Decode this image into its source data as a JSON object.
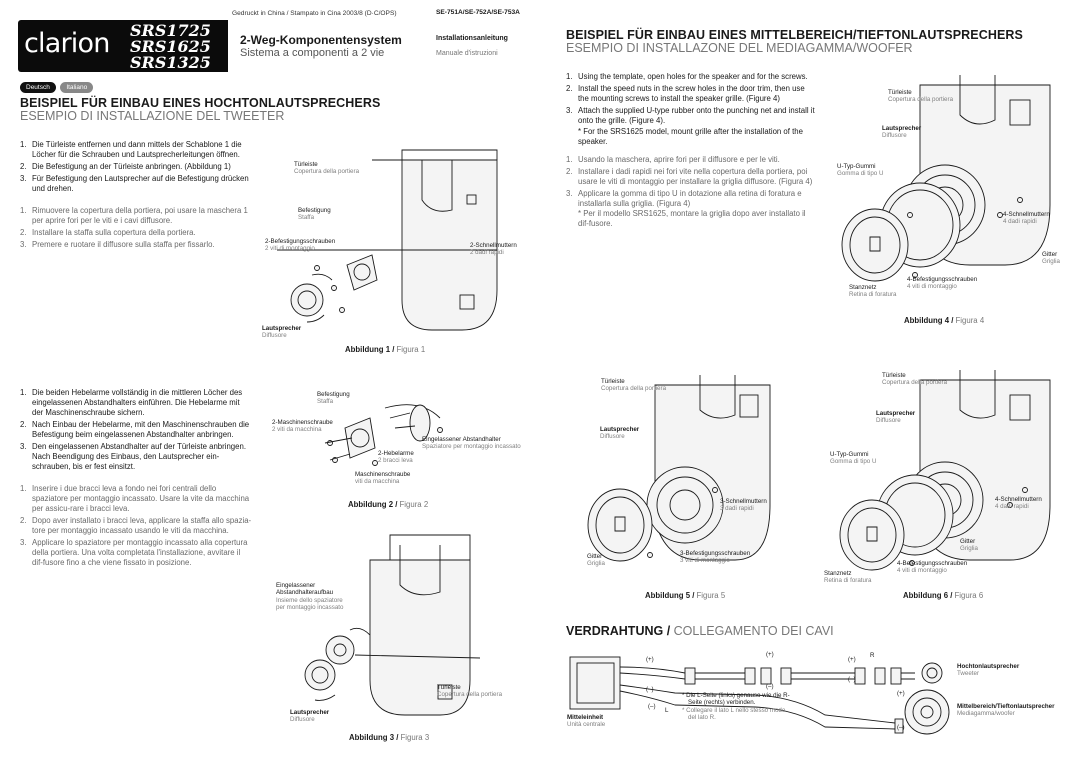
{
  "header": {
    "printed": "Gedruckt in China / Stampato in Cina   2003/8 (D·C/OPS)",
    "model_codes": "SE-751A/SE-752A/SE-753A",
    "brand": "clarion",
    "models": [
      "SRS1725",
      "SRS1625",
      "SRS1325"
    ],
    "system_de": "2-Weg-Komponentensystem",
    "system_it": "Sistema a componenti a 2 vie",
    "manual_de": "Installationsanleitung",
    "manual_it": "Manuale d'istruzioni",
    "lang_tags": [
      "Deutsch",
      "Italiano"
    ]
  },
  "tweeter": {
    "title_de": "BEISPIEL FÜR EINBAU EINES HOCHTONLAUTSPRECHERS",
    "title_it": "ESEMPIO DI INSTALLAZIONE DEL TWEETER",
    "steps_de": [
      "Die Türleiste entfernen und dann mittels der Schablone 1 die Löcher für die Schrauben und Lautsprecherleitungen öffnen.",
      "Die Befestigung an der Türleiste anbringen. (Abbildung 1)",
      "Für Befestigung den Lautsprecher auf die Befestigung drücken und drehen."
    ],
    "steps_it": [
      "Rimuovere la copertura della portiera, poi usare la maschera 1 per aprire fori per le viti e i cavi diffusore.",
      "Installare la staffa sulla copertura della portiera.",
      "Premere e ruotare il diffusore sulla staffa per fissarlo."
    ],
    "steps_de2": [
      "Die beiden Hebelarme vollständig in die mittleren Löcher des eingelassenen Abstandhalters einführen. Die Hebelarme mit der Maschinenschraube sichern.",
      "Nach Einbau der Hebelarme, mit den Maschinenschrauben die Befestigung beim eingelassenen Abstandhalter anbringen.",
      "Den eingelassenen Abstandhalter auf der Türleiste anbringen. Nach Beendigung des Einbaus, den Lautsprecher ein-schrauben, bis er fest einsitzt."
    ],
    "steps_it2": [
      "Inserire i due bracci leva a fondo nei fori centrali dello spaziatore per montaggio incassato. Usare la vite da macchina per assicu-rare i bracci leva.",
      "Dopo aver installato i bracci leva, applicare la staffa allo spazia-tore per montaggio incassato usando le viti da macchina.",
      "Applicare lo spaziatore per montaggio incassato alla copertura della portiera. Una volta completata l'installazione, avvitare il dif-fusore fino a che viene fissato in posizione."
    ]
  },
  "figure1": {
    "caption_de": "Abbildung 1",
    "caption_it": "Figura 1",
    "labels": {
      "door_de": "Türleiste",
      "door_it": "Copertura della portiera",
      "bracket_de": "Befestigung",
      "bracket_it": "Staffa",
      "screws_de": "2-Befestigungsschrauben",
      "screws_it": "2 viti di montaggio",
      "nuts_de": "2-Schnellmuttern",
      "nuts_it": "2 dadi rapidi",
      "speaker_de": "Lautsprecher",
      "speaker_it": "Diffusore"
    }
  },
  "figure2": {
    "caption_de": "Abbildung 2",
    "caption_it": "Figura 2",
    "labels": {
      "bracket_de": "Befestigung",
      "bracket_it": "Staffa",
      "mscrew_de": "2-Maschinenschraube",
      "mscrew_it": "2 viti da macchina",
      "spacer_de": "Eingelassener Abstandhalter",
      "spacer_it": "Spaziatore per montaggio incassato",
      "lever_de": "2-Hebelarme",
      "lever_it": "2 bracci leva",
      "mscrew1_de": "Maschinenschraube",
      "mscrew1_it": "viti da macchina"
    }
  },
  "figure3": {
    "caption_de": "Abbildung 3",
    "caption_it": "Figura 3",
    "labels": {
      "spacer_de1": "Eingelassener",
      "spacer_de2": "Abstandhalteraufbau",
      "spacer_it1": "Insieme dello spaziatore",
      "spacer_it2": "per montaggio incassato",
      "door_de": "Türleiste",
      "door_it": "Copertura della portiera",
      "speaker_de": "Lautsprecher",
      "speaker_it": "Diffusore"
    }
  },
  "woofer": {
    "title_de": "BEISPIEL FÜR EINBAU EINES MITTELBEREICH/TIEFTONLAUTSPRECHERS",
    "title_it": "ESEMPIO DI INSTALLAZONE DEL MEDIAGAMMA/WOOFER",
    "steps_en": [
      "Using the template, open holes for the speaker and for the screws.",
      "Install the speed nuts in the screw holes in the door trim, then use the mounting screws to install the speaker grille. (Figure 4)",
      "Attach the supplied U-type rubber onto the punching net and install it onto the grille. (Figure 4)."
    ],
    "note_en": "For the SRS1625 model, mount grille after the installation of the speaker.",
    "steps_it": [
      "Usando la maschera, aprire fori per il diffusore e per le viti.",
      "Installare i dadi rapidi nei fori vite nella copertura della portiera, poi usare le viti di montaggio per installare la griglia diffusore. (Figura 4)",
      "Applicare la gomma di tipo U in dotazione alla retina di foratura e installarla sulla griglia. (Figura 4)"
    ],
    "note_it": "Per il modello SRS1625, montare la griglia dopo aver installato il dif-fusore."
  },
  "figure4": {
    "caption_de": "Abbildung 4",
    "caption_it": "Figura 4",
    "labels": {
      "door_de": "Türleiste",
      "door_it": "Copertura della portiera",
      "speaker_de": "Lautsprecher",
      "speaker_it": "Diffusore",
      "urubber_de": "U-Typ-Gummi",
      "urubber_it": "Gomma di tipo U",
      "nuts_de": "4-Schnellmuttern",
      "nuts_it": "4 dadi rapidi",
      "grille_de": "Gitter",
      "grille_it": "Griglia",
      "screws_de": "4-Befestigungsschrauben",
      "screws_it": "4 viti di montaggio",
      "net_de": "Stanznetz",
      "net_it": "Retina di foratura"
    }
  },
  "figure5": {
    "caption_de": "Abbildung 5",
    "caption_it": "Figura 5",
    "labels": {
      "door_de": "Türleiste",
      "door_it": "Copertura della portiera",
      "speaker_de": "Lautsprecher",
      "speaker_it": "Diffusore",
      "nuts_de": "3-Schnellmuttern",
      "nuts_it": "3 dadi rapidi",
      "grille_de": "Gitter",
      "grille_it": "Griglia",
      "screws_de": "3-Befestigungsschrauben",
      "screws_it": "3 viti di montaggio"
    }
  },
  "figure6": {
    "caption_de": "Abbildung 6",
    "caption_it": "Figura 6",
    "labels": {
      "door_de": "Türleiste",
      "door_it": "Copertura della portiera",
      "speaker_de": "Lautsprecher",
      "speaker_it": "Diffusore",
      "urubber_de": "U-Typ-Gummi",
      "urubber_it": "Gomma di tipo U",
      "nuts_de": "4-Schnellmuttern",
      "nuts_it": "4 dadi rapidi",
      "grille_de": "Gitter",
      "grille_it": "Griglia",
      "screws_de": "4-Befestigungsschrauben",
      "screws_it": "4 viti di montaggio",
      "net_de": "Stanznetz",
      "net_it": "Retina di foratura"
    }
  },
  "wiring": {
    "title_de": "VERDRAHTUNG",
    "title_it": "COLLEGAMENTO DEI CAVI",
    "unit_de": "Mitteleinheit",
    "unit_it": "Unità centrale",
    "note_de1": "Die L-Seite (links) genauso wie die R-",
    "note_de2": "Seite (rechts) verbinden.",
    "note_it1": "Collegare il lato L nello stesso modo",
    "note_it2": "del lato R.",
    "tweeter_de": "Hochtonlautsprecher",
    "tweeter_it": "Tweeter",
    "woofer_de": "Mittelbereich/Tieftonlautsprecher",
    "woofer_it": "Mediagamma/woofer",
    "plus": "(+)",
    "minus": "(–)",
    "r": "R",
    "l": "L"
  }
}
